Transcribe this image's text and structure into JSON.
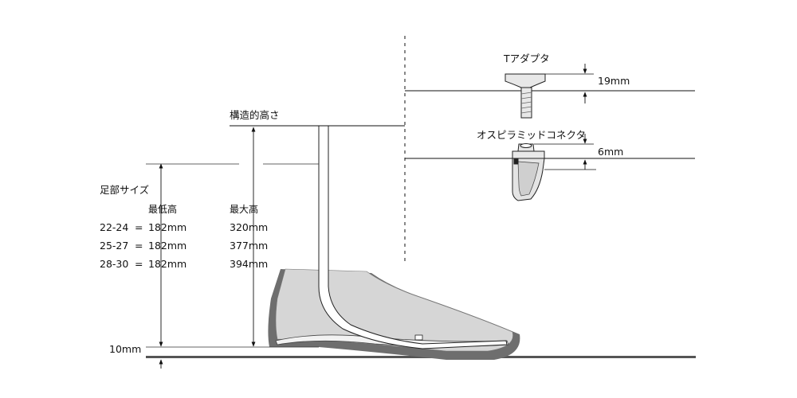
{
  "labels": {
    "structural_height": "構造的高さ",
    "foot_size": "足部サイズ",
    "t_adapter": "Tアダプタ",
    "t_adapter_dim": "19mm",
    "pyramid_connector": "オスピラミッドコネクタ",
    "pyramid_dim": "6mm",
    "base_dim": "10mm"
  },
  "size_table": {
    "headers": {
      "min": "最低高",
      "max": "最大高"
    },
    "rows": [
      {
        "size": "22-24",
        "eq": "=",
        "min": "182mm",
        "max": "320mm"
      },
      {
        "size": "25-27",
        "eq": "=",
        "min": "182mm",
        "max": "377mm"
      },
      {
        "size": "28-30",
        "eq": "=",
        "min": "182mm",
        "max": "394mm"
      }
    ]
  },
  "colors": {
    "line": "#111111",
    "foot_fill": "#d6d6d6",
    "foot_shadow": "#6e6e6e",
    "ground": "#555555",
    "keel_fill": "#ffffff",
    "part_fill": "#e8e8e8"
  }
}
